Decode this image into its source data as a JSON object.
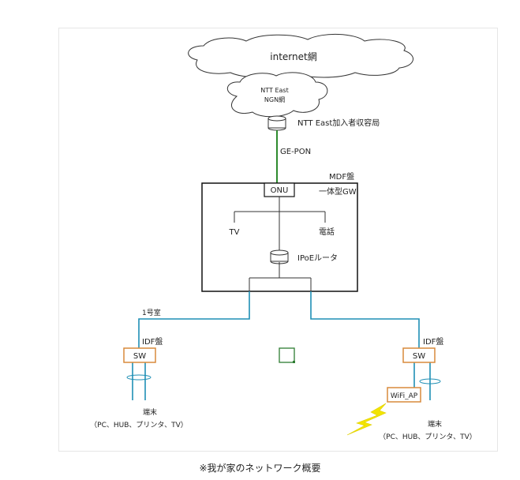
{
  "diagram": {
    "cloud_internet": "internet網",
    "cloud_ngn_line1": "NTT East",
    "cloud_ngn_line2": "NGN網",
    "exchange_label": "NTT East加入者収容局",
    "link_label": "GE-PON",
    "mdf_label": "MDF盤",
    "gw_label": "一体型GW",
    "onu_label": "ONU",
    "tv_label": "TV",
    "phone_label": "電話",
    "router_label": "IPoEルータ",
    "room_label": "1号室",
    "idf_left_label": "IDF盤",
    "idf_right_label": "IDF盤",
    "sw_left_label": "SW",
    "sw_right_label": "SW",
    "wifi_label": "WiFi_AP",
    "terminal_left_line1": "端末",
    "terminal_left_line2": "（PC、HUB、プリンタ、TV）",
    "terminal_right_line1": "端末",
    "terminal_right_line2": "（PC、HUB、プリンタ、TV）"
  },
  "caption": "※我が家のネットワーク概要",
  "colors": {
    "fiber_link": "#2e8b2e",
    "lan_cable": "#1f8fb5",
    "switch_border": "#d98a3c",
    "wireless": "#f2e400",
    "marker": "#2e7d32"
  }
}
